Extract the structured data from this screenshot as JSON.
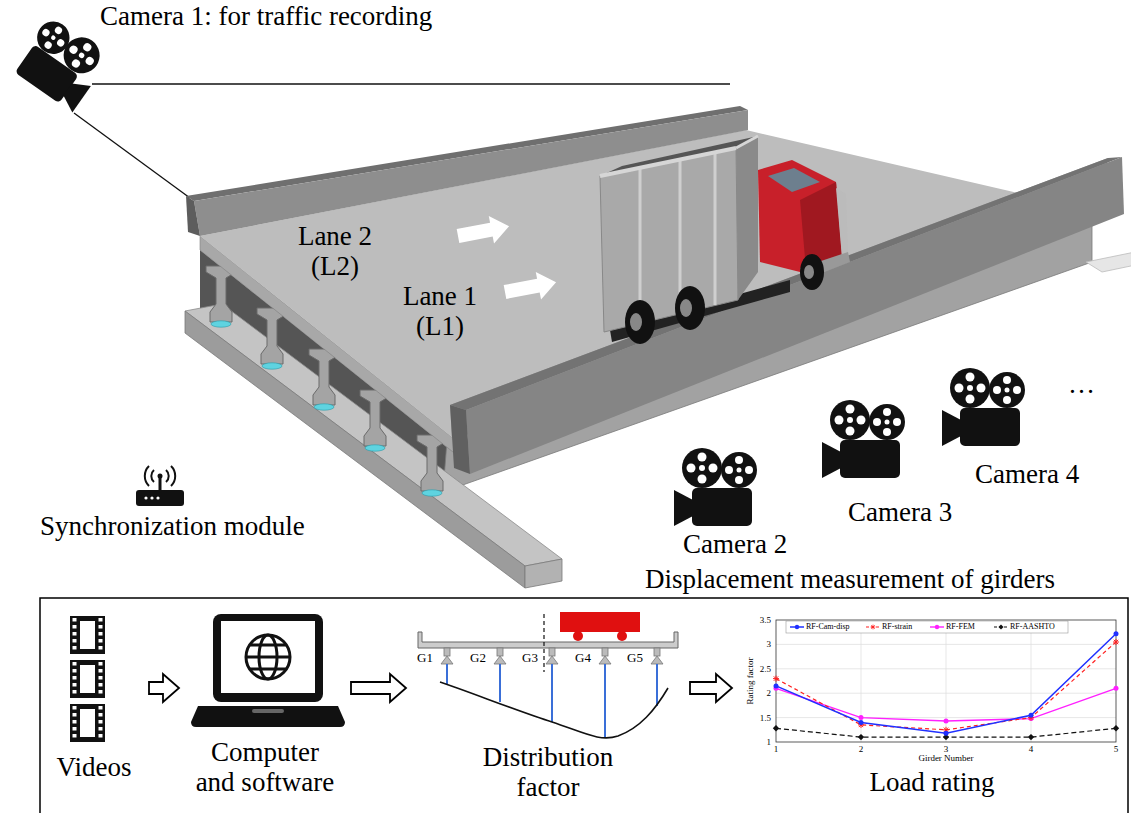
{
  "diagram": {
    "nodes": [
      {
        "text": [
          "Videos"
        ]
      },
      {
        "text": [
          "Computer and software"
        ]
      },
      {
        "text": [
          "Distribution factor"
        ]
      },
      {
        "text": [
          "Load rating"
        ]
      }
    ],
    "edges": [
      {
        "from": 0,
        "to": 1,
        "arrow": "to"
      },
      {
        "from": 1,
        "to": 2,
        "arrow": "to"
      },
      {
        "from": 2,
        "to": 3,
        "arrow": "to"
      }
    ],
    "labels": [
      "Camera 1: for traffic recording",
      "Lane 2 (L2)",
      "Lane 1 (L1)",
      "Synchronization module",
      "Camera 2",
      "Camera 3",
      "Camera 4",
      "…",
      "Displacement measurement of girders",
      "G1",
      "G2",
      "G3",
      "G4",
      "G5",
      "Rating factor",
      "Girder Number",
      "1",
      "1.5",
      "2",
      "2.5",
      "3",
      "3.5",
      "1",
      "2",
      "3",
      "4",
      "5"
    ],
    "legend": [
      {
        "text": "RF-Cam-disp"
      },
      {
        "text": "RF-strain"
      },
      {
        "text": "RF-FEM"
      },
      {
        "text": "RF-AASHTO"
      }
    ]
  }
}
